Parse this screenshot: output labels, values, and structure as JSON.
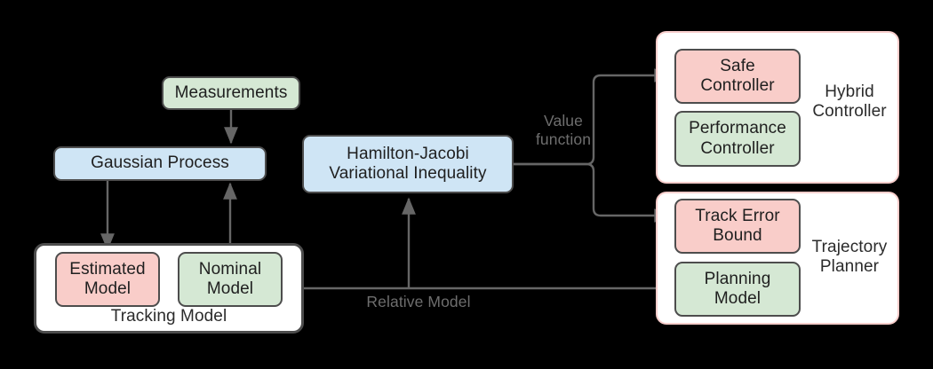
{
  "diagram": {
    "title": "Safe learning-based control architecture block diagram",
    "colors": {
      "green_fill": "#d5e8d4",
      "blue_fill": "#cfe5f5",
      "red_fill": "#f9cdc9",
      "node_border": "#4d4d4d",
      "group_border_pink": "#f8cecc",
      "group_border_dark": "#4d4d4d",
      "group_fill": "#ffffff",
      "edge_stroke": "#666666",
      "label_text": "#6e6e6e",
      "node_text": "#1f1f1f",
      "background": "#000000"
    },
    "nodes": [
      {
        "id": "measurements",
        "label": "Measurements",
        "color": "green"
      },
      {
        "id": "gaussian",
        "label": "Gaussian Process",
        "color": "blue"
      },
      {
        "id": "estimated",
        "label": "Estimated\nModel",
        "color": "red"
      },
      {
        "id": "nominal",
        "label": "Nominal\nModel",
        "color": "green"
      },
      {
        "id": "hjvi",
        "label": "Hamilton-Jacobi\nVariational Inequality",
        "color": "blue"
      },
      {
        "id": "safe",
        "label": "Safe\nController",
        "color": "red"
      },
      {
        "id": "performance",
        "label": "Performance\nController",
        "color": "green"
      },
      {
        "id": "trackerror",
        "label": "Track Error\nBound",
        "color": "red"
      },
      {
        "id": "planning",
        "label": "Planning\nModel",
        "color": "green"
      }
    ],
    "groups": [
      {
        "id": "tracking-model",
        "label": "Tracking Model",
        "border": "dark"
      },
      {
        "id": "hybrid-controller",
        "label": "Hybrid\nController",
        "border": "pink"
      },
      {
        "id": "trajectory-planner",
        "label": "Trajectory\nPlanner",
        "border": "pink"
      }
    ],
    "edge_labels": [
      {
        "id": "value-function",
        "label": "Value\nfunction"
      },
      {
        "id": "relative-model",
        "label": "Relative Model"
      }
    ],
    "edges": [
      {
        "from": "measurements",
        "to": "gaussian",
        "arrow": true
      },
      {
        "from": "gaussian",
        "to": "estimated",
        "arrow": true
      },
      {
        "from": "nominal",
        "to": "gaussian",
        "arrow": true
      },
      {
        "from": "tracking-model",
        "to": "planning",
        "arrow": false,
        "label": "relative-model"
      },
      {
        "from": "relative-model-junction",
        "to": "hjvi",
        "arrow": true
      },
      {
        "from": "hjvi",
        "to": "safe",
        "arrow": true,
        "label": "value-function"
      },
      {
        "from": "hjvi",
        "to": "trackerror",
        "arrow": true,
        "label": "value-function"
      }
    ]
  }
}
